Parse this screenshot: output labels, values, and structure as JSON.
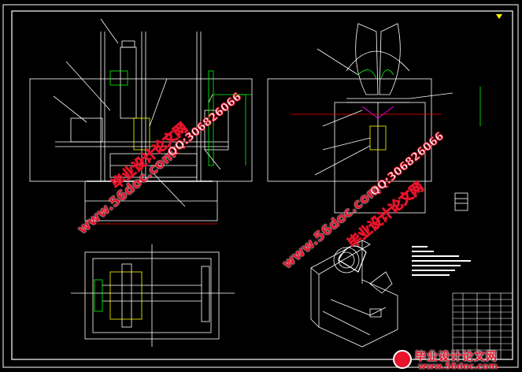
{
  "watermarks": {
    "site_url": "www.56doc.com",
    "site_name": "毕业设计论文网",
    "qq": "QQ:306826066",
    "footer_cn": "毕业设计论文网",
    "footer_url": "www.56doc.com"
  },
  "colors": {
    "background": "#000000",
    "line_white": "#ffffff",
    "line_yellow": "#ffff00",
    "line_green": "#00ff00",
    "line_red": "#ff0000",
    "line_magenta": "#ff00ff",
    "watermark_red": "#e8132b"
  }
}
